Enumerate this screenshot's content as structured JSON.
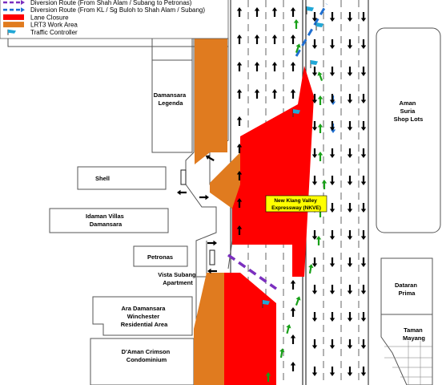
{
  "legend": {
    "items": [
      {
        "label": "Diversion Route (From Shah Alam / Subang to Petronas)",
        "color": "#7b2fbf",
        "kind": "dashed"
      },
      {
        "label": "Diversion Route (From KL / Sg Buloh to Shah Alam / Subang)",
        "color": "#1f6fd1",
        "kind": "dashed"
      },
      {
        "label": "Lane Closure",
        "color": "#ff0000",
        "kind": "box"
      },
      {
        "label": "LRT3 Work Area",
        "color": "#e07b1f",
        "kind": "box"
      },
      {
        "label": "Traffic Controller",
        "color": "#21a7d6",
        "kind": "flag"
      }
    ]
  },
  "places": {
    "damansara_legenda": [
      "Damansara",
      "Legenda"
    ],
    "shell": "Shell",
    "idaman_villas": [
      "Idaman Villas",
      "Damansara"
    ],
    "petronas": "Petronas",
    "vista_subang": [
      "Vista Subang",
      "Apartment"
    ],
    "ara_damansara": [
      "Ara Damansara",
      "Winchester",
      "Residential Area"
    ],
    "daman_crimson": [
      "D'Aman Crimson",
      "Condominium"
    ],
    "aman_suria": [
      "Aman",
      "Suria",
      "Shop Lots"
    ],
    "dataran_prima": [
      "Dataran",
      "Prima"
    ],
    "taman_mayang": [
      "Taman",
      "Mayang"
    ]
  },
  "highway": {
    "label": [
      "New Klang Valley",
      "Expressway (NKVE)"
    ],
    "label_bg": "#ffff00"
  },
  "colors": {
    "lane_closure": "#ff0000",
    "work_area": "#e07b1f",
    "diversion_purple": "#7b2fbf",
    "diversion_blue": "#1f6fd1",
    "controller": "#21a7d6",
    "arrow_green": "#18a018",
    "arrow_black": "#000000"
  }
}
